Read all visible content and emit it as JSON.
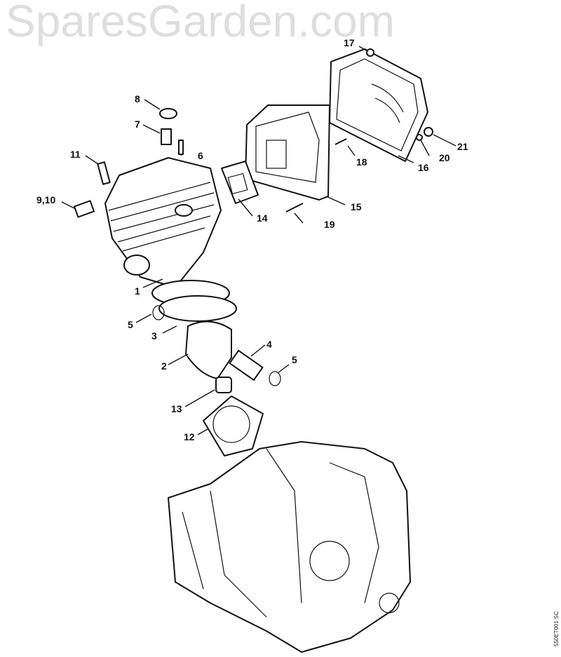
{
  "watermark": "SparesGarden.com",
  "drawing_code": "550ET001 SC",
  "callouts": [
    {
      "id": "c17",
      "text": "17"
    },
    {
      "id": "c8",
      "text": "8"
    },
    {
      "id": "c7",
      "text": "7"
    },
    {
      "id": "c6",
      "text": "6"
    },
    {
      "id": "c11",
      "text": "11"
    },
    {
      "id": "c910",
      "text": "9,10"
    },
    {
      "id": "c18",
      "text": "18"
    },
    {
      "id": "c21",
      "text": "21"
    },
    {
      "id": "c20",
      "text": "20"
    },
    {
      "id": "c16",
      "text": "16"
    },
    {
      "id": "c14",
      "text": "14"
    },
    {
      "id": "c15",
      "text": "15"
    },
    {
      "id": "c19",
      "text": "19"
    },
    {
      "id": "c1",
      "text": "1"
    },
    {
      "id": "c5a",
      "text": "5"
    },
    {
      "id": "c3",
      "text": "3"
    },
    {
      "id": "c4",
      "text": "4"
    },
    {
      "id": "c5b",
      "text": "5"
    },
    {
      "id": "c2",
      "text": "2"
    },
    {
      "id": "c13",
      "text": "13"
    },
    {
      "id": "c12",
      "text": "12"
    }
  ]
}
